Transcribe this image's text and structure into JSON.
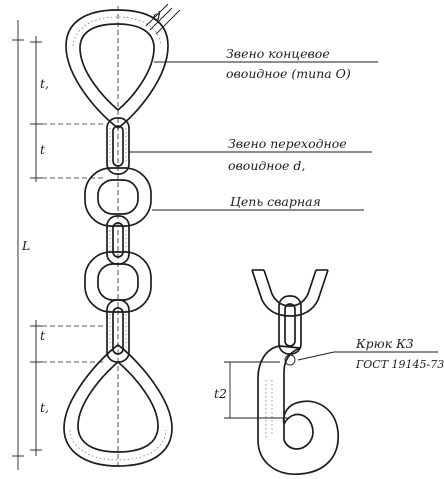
{
  "labels": {
    "end_link_line1": "Звено концевое",
    "end_link_line2": "овоидное (типа О)",
    "trans_link_line1": "Звено переходное",
    "trans_link_line2": "овоидное d,",
    "chain": "Цепь сварная",
    "hook_line1": "Крюк К3",
    "hook_line2": "ГОСТ 19145-73"
  },
  "dimensions": {
    "d": "d",
    "t1_top": "t,",
    "t_top": "t",
    "L": "L",
    "t_bottom": "t",
    "t1_bottom": "t,",
    "t2": "t2"
  }
}
